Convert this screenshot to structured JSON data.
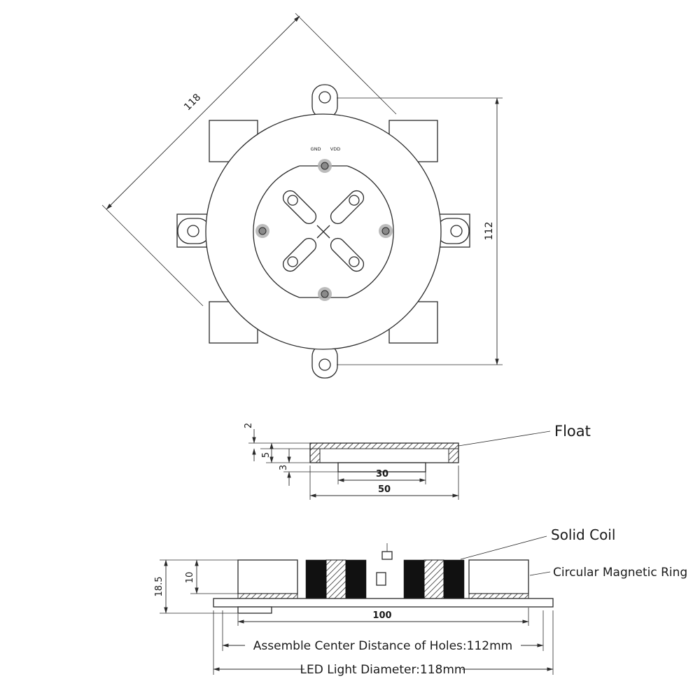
{
  "top_view": {
    "dim_diagonal": "118",
    "dim_hole_distance": "112",
    "label_gnd": "GND",
    "label_vdd": "VDD"
  },
  "float_view": {
    "label": "Float",
    "dim_top_thickness": "2",
    "dim_body_thickness": "5",
    "dim_step_thickness": "3",
    "dim_step_width": "30",
    "dim_width": "50"
  },
  "base_view": {
    "label_solid_coil": "Solid Coil",
    "label_magnetic_ring": "Circular Magnetic Ring",
    "dim_total_height": "18.5",
    "dim_block_height": "10",
    "dim_coil_span": "100",
    "note_hole_distance": "Assemble Center Distance of Holes:112mm",
    "note_led_diameter": "LED Light Diameter:118mm"
  },
  "colors": {
    "line": "#2a2a2a",
    "pad_gray": "#b0b0b0",
    "coil_black": "#111111",
    "background": "#ffffff"
  }
}
